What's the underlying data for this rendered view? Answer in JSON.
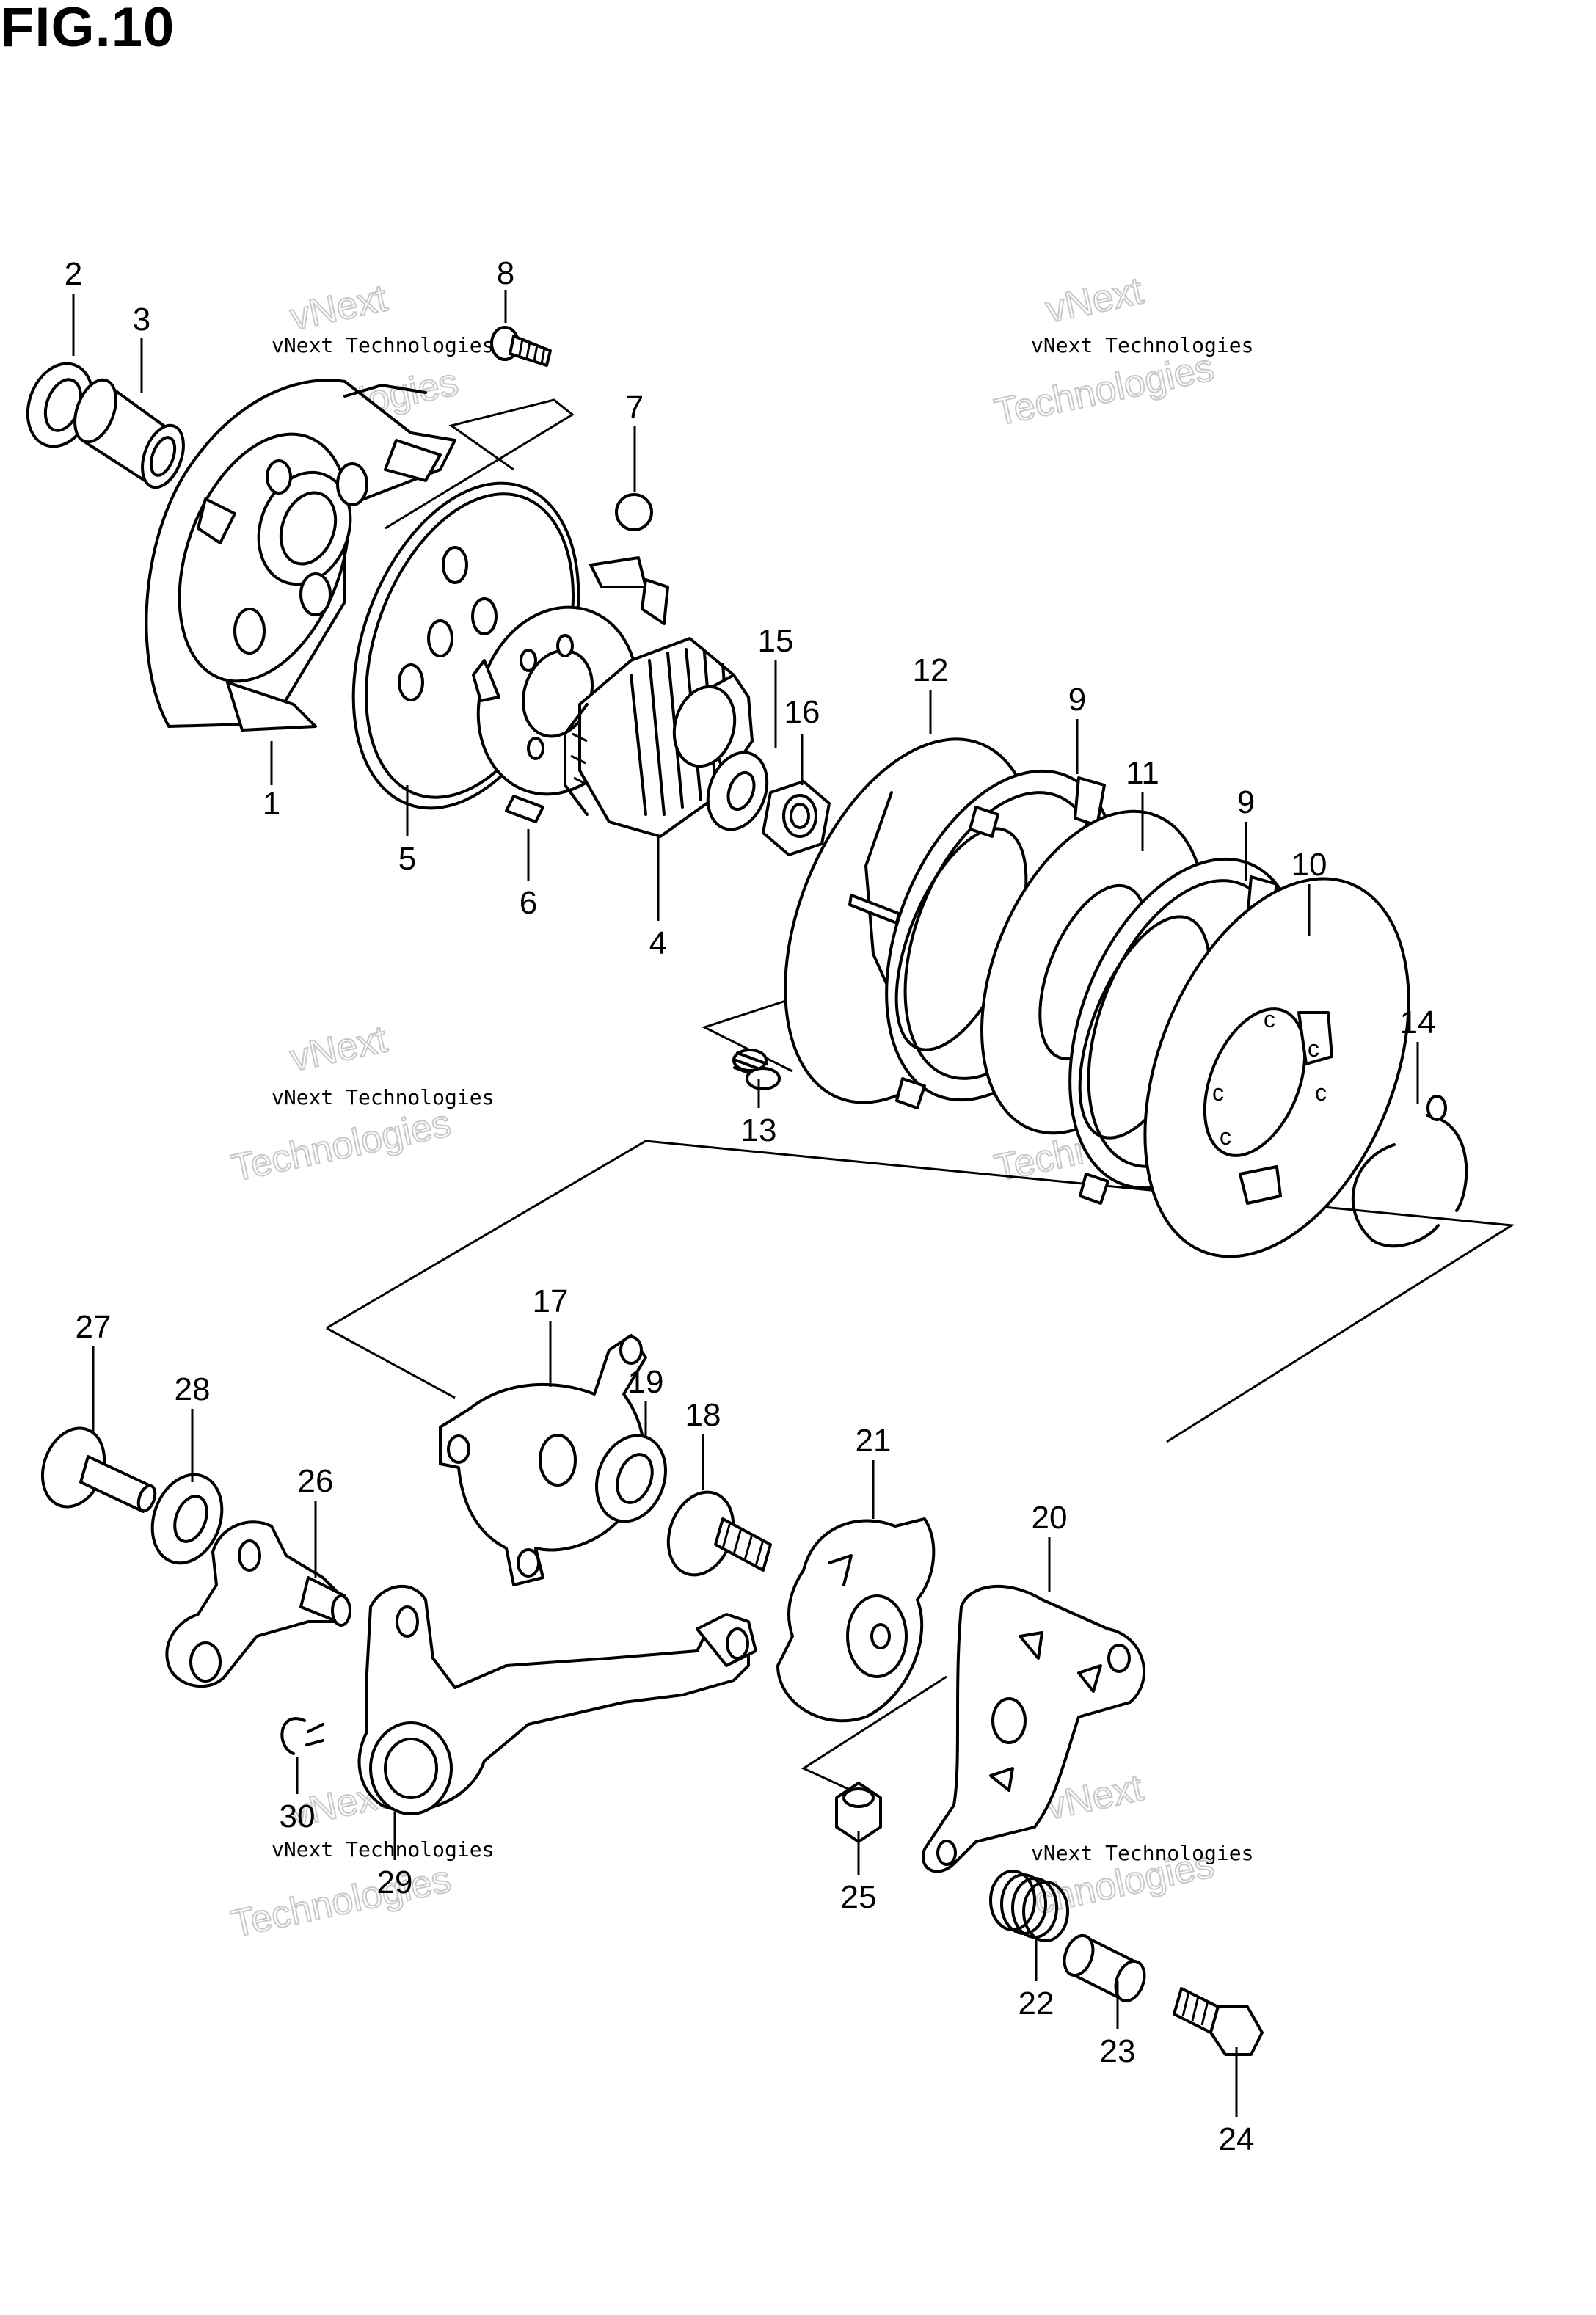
{
  "figure": {
    "title": "FIG.10"
  },
  "watermark": {
    "line1": "vNext Technologies",
    "line2": "vNext",
    "line3": "Technologies"
  },
  "callouts": {
    "c1": "1",
    "c2": "2",
    "c3": "3",
    "c4": "4",
    "c5": "5",
    "c6": "6",
    "c7": "7",
    "c8": "8",
    "c9a": "9",
    "c9b": "9",
    "c10": "10",
    "c11": "11",
    "c12": "12",
    "c13": "13",
    "c14": "14",
    "c15": "15",
    "c16": "16",
    "c17": "17",
    "c18": "18",
    "c19": "19",
    "c20": "20",
    "c21": "21",
    "c22": "22",
    "c23": "23",
    "c24": "24",
    "c25": "25",
    "c26": "26",
    "c27": "27",
    "c28": "28",
    "c29": "29",
    "c30": "30"
  },
  "plate_marks": {
    "m1": "c",
    "m2": "c",
    "m3": "c",
    "m4": "c",
    "m5": "c"
  }
}
